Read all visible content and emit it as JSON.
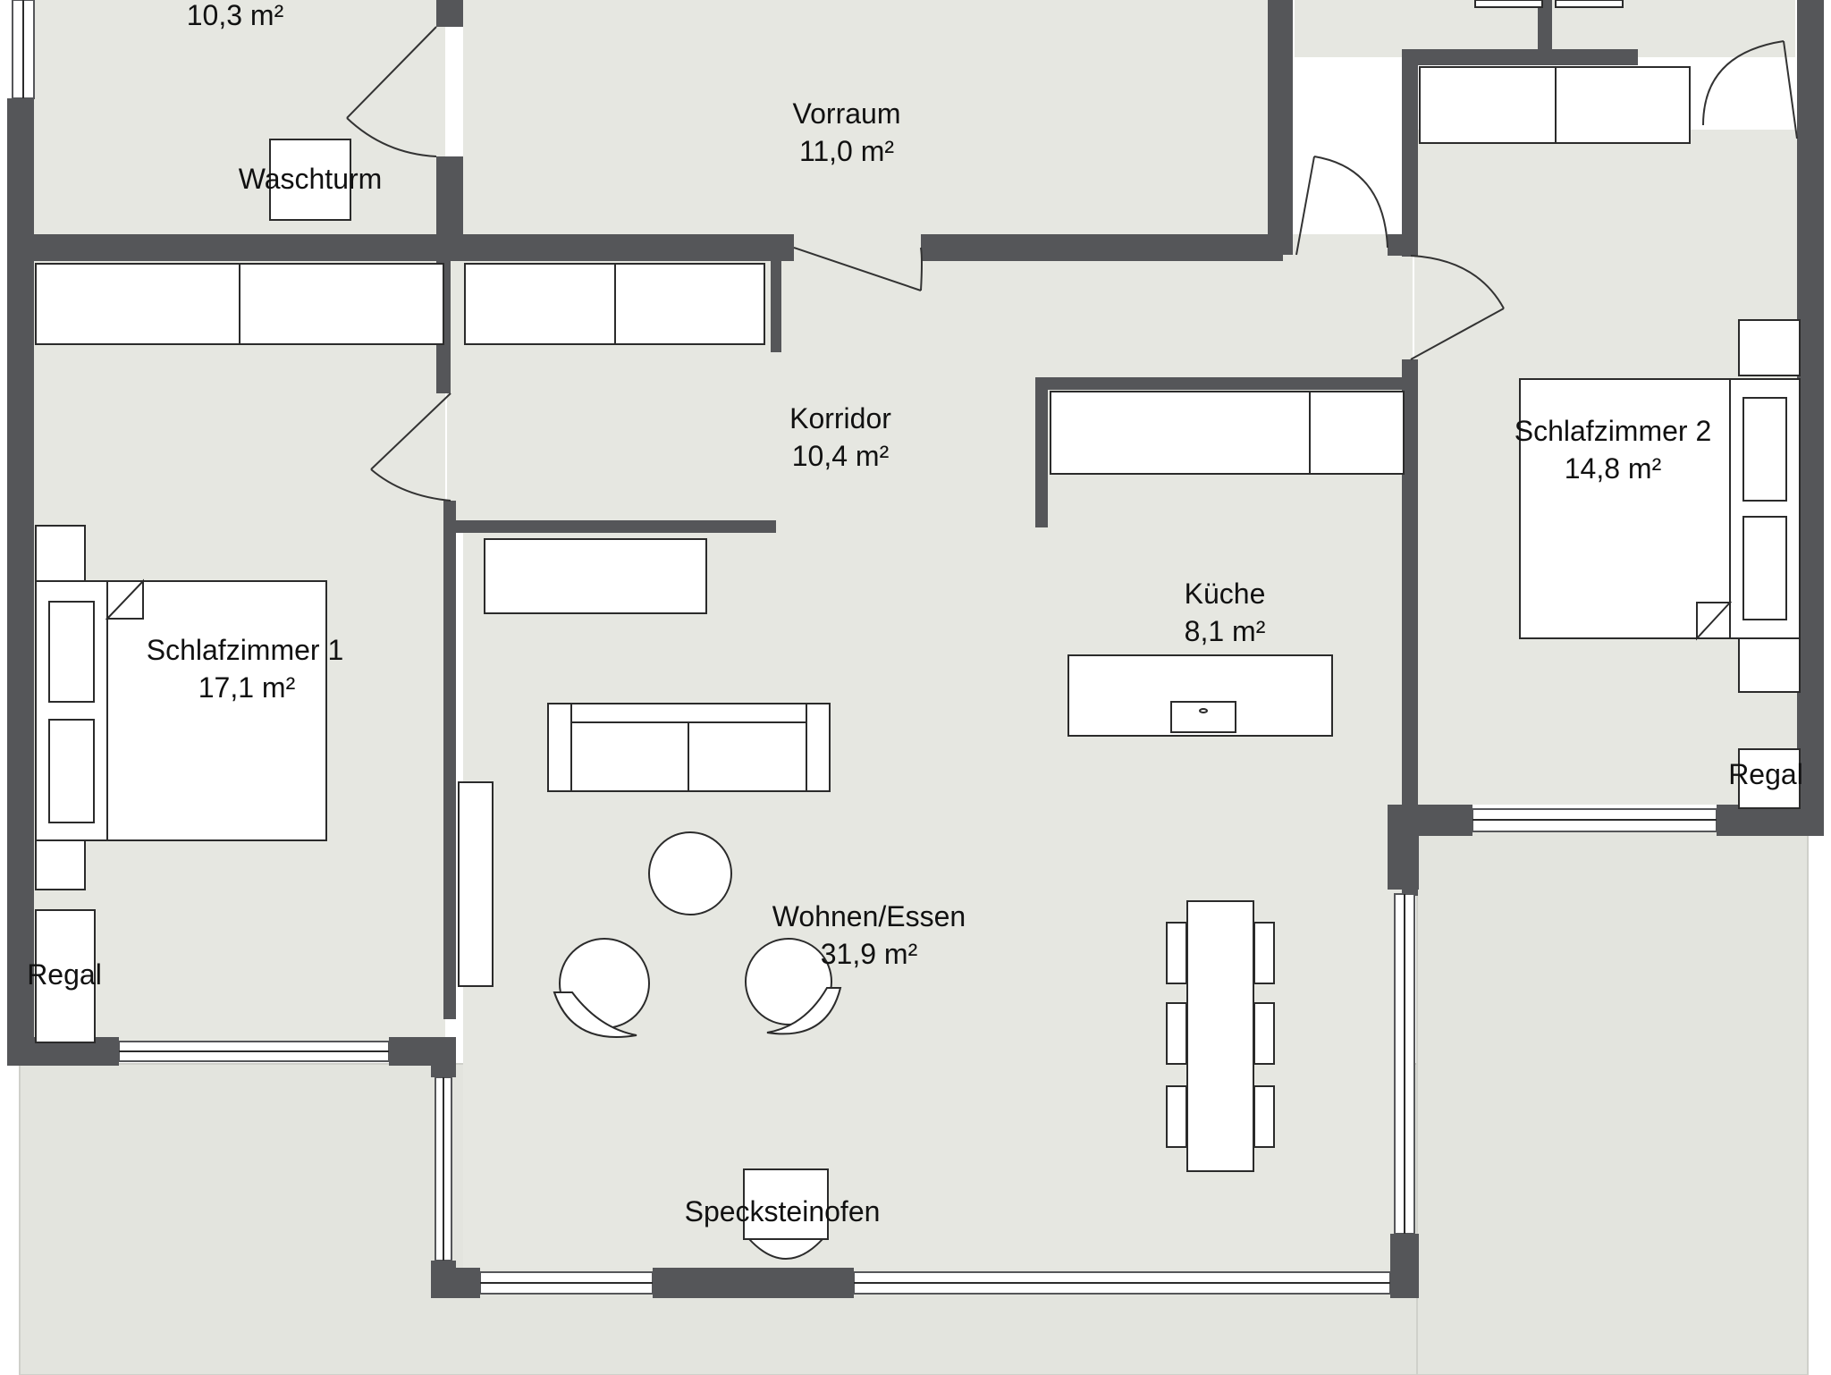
{
  "colors": {
    "floor": "#e6e7e1",
    "outside": "#e3e4de",
    "wall": "#555659",
    "furniture": "#ffffff",
    "line": "#2b2b2b",
    "text": "#111111"
  },
  "rooms": {
    "bath": {
      "area": "10,3 m²"
    },
    "vorraum": {
      "name": "Vorraum",
      "area": "11,0 m²"
    },
    "korridor": {
      "name": "Korridor",
      "area": "10,4 m²"
    },
    "schlaf1": {
      "name": "Schlafzimmer 1",
      "area": "17,1 m²"
    },
    "schlaf2": {
      "name": "Schlafzimmer 2",
      "area": "14,8 m²"
    },
    "kueche": {
      "name": "Küche",
      "area": "8,1 m²"
    },
    "wohnen": {
      "name": "Wohnen/Essen",
      "area": "31,9 m²"
    }
  },
  "fixtures": {
    "waschturm": "Waschturm",
    "regal_left": "Regal",
    "regal_right": "Regal",
    "ofen": "Specksteinofen"
  }
}
